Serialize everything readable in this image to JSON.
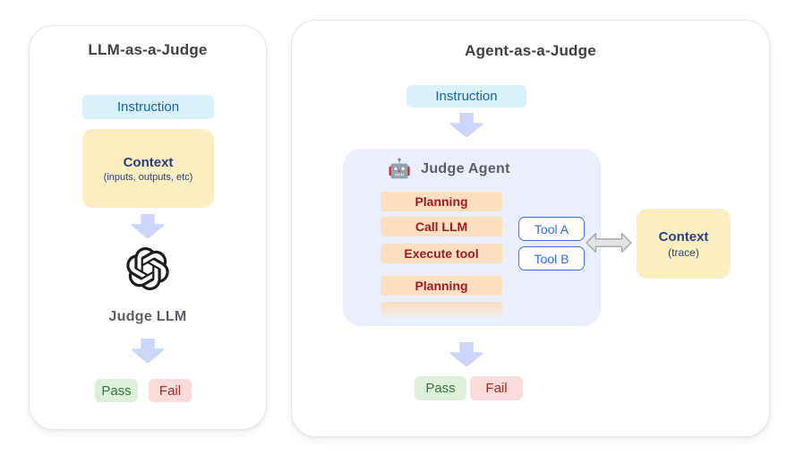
{
  "colors": {
    "instruction_bg": "#d9f1fb",
    "instruction_text": "#17639f",
    "context_bg": "#fdeec2",
    "context_text": "#28417d",
    "agent_panel_bg": "#ebeffd",
    "step_bg": "#fbdfbf",
    "step_text": "#9a1c1c",
    "tool_border": "#3d74e0",
    "tool_text": "#2e6bd8",
    "flow_arrow_fill": "#ccd6fa",
    "bi_arrow_fill": "#e4e4e4",
    "bi_arrow_stroke": "#a5a5a5",
    "pass_bg": "#def0db",
    "pass_text": "#2e7b34",
    "fail_bg": "#fadcda",
    "fail_text": "#a3271f",
    "panel_title_text": "#3f4043",
    "judge_label_text": "#5b5e63",
    "openai_logo_fill": "#1b1b1b"
  },
  "left_panel": {
    "title": "LLM-as-a-Judge",
    "instruction_label": "Instruction",
    "context_box": {
      "title": "Context",
      "subtitle": "(inputs, outputs, etc)"
    },
    "judge_label": "Judge LLM",
    "pass_label": "Pass",
    "fail_label": "Fail"
  },
  "right_panel": {
    "title": "Agent-as-a-Judge",
    "instruction_label": "Instruction",
    "agent_box": {
      "icon": "🤖",
      "title": "Judge Agent",
      "steps": [
        "Planning",
        "Call LLM",
        "Execute tool",
        "Planning"
      ],
      "tools": [
        "Tool A",
        "Tool B"
      ]
    },
    "context_box": {
      "title": "Context",
      "subtitle": "(trace)"
    },
    "pass_label": "Pass",
    "fail_label": "Fail"
  }
}
